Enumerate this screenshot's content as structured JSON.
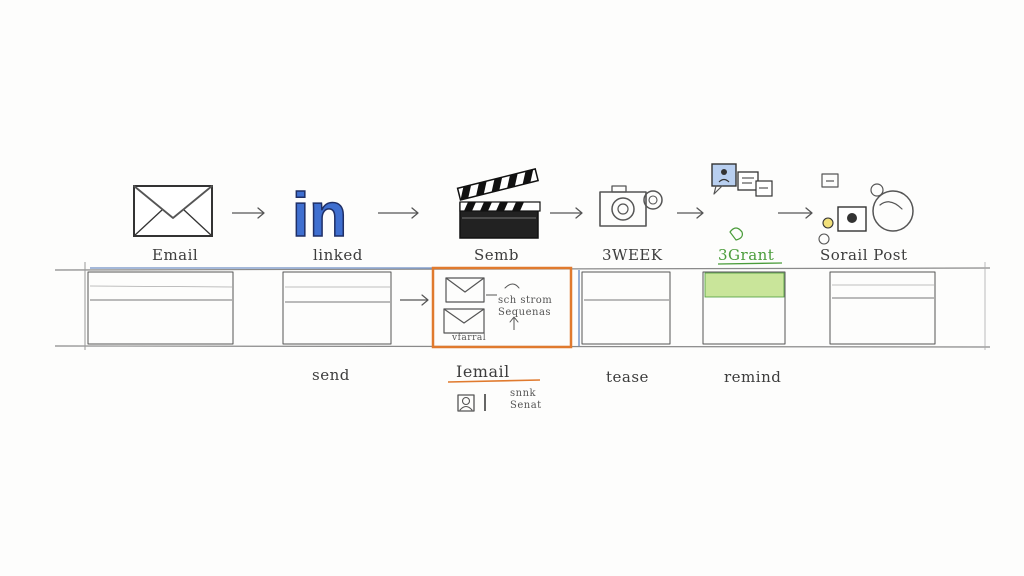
{
  "stage_labels": [
    "Email",
    "linked",
    "Semb",
    "3WEEK",
    "3Grant",
    "Sorail Post"
  ],
  "icon_text": "in",
  "lower_labels": [
    "send",
    "tease",
    "remind"
  ],
  "highlight": {
    "label": "Iemail",
    "note": "sch strom\nSequenas",
    "caption": "vfarral"
  },
  "sub_note": "snnk\nSenat",
  "colors": {
    "linkedin": "#3f6fd0",
    "highlight": "#e07a2e",
    "green": "#4a9c3a",
    "green_fill": "#c9e59a",
    "timeline_blue": "#6f8ec4"
  }
}
